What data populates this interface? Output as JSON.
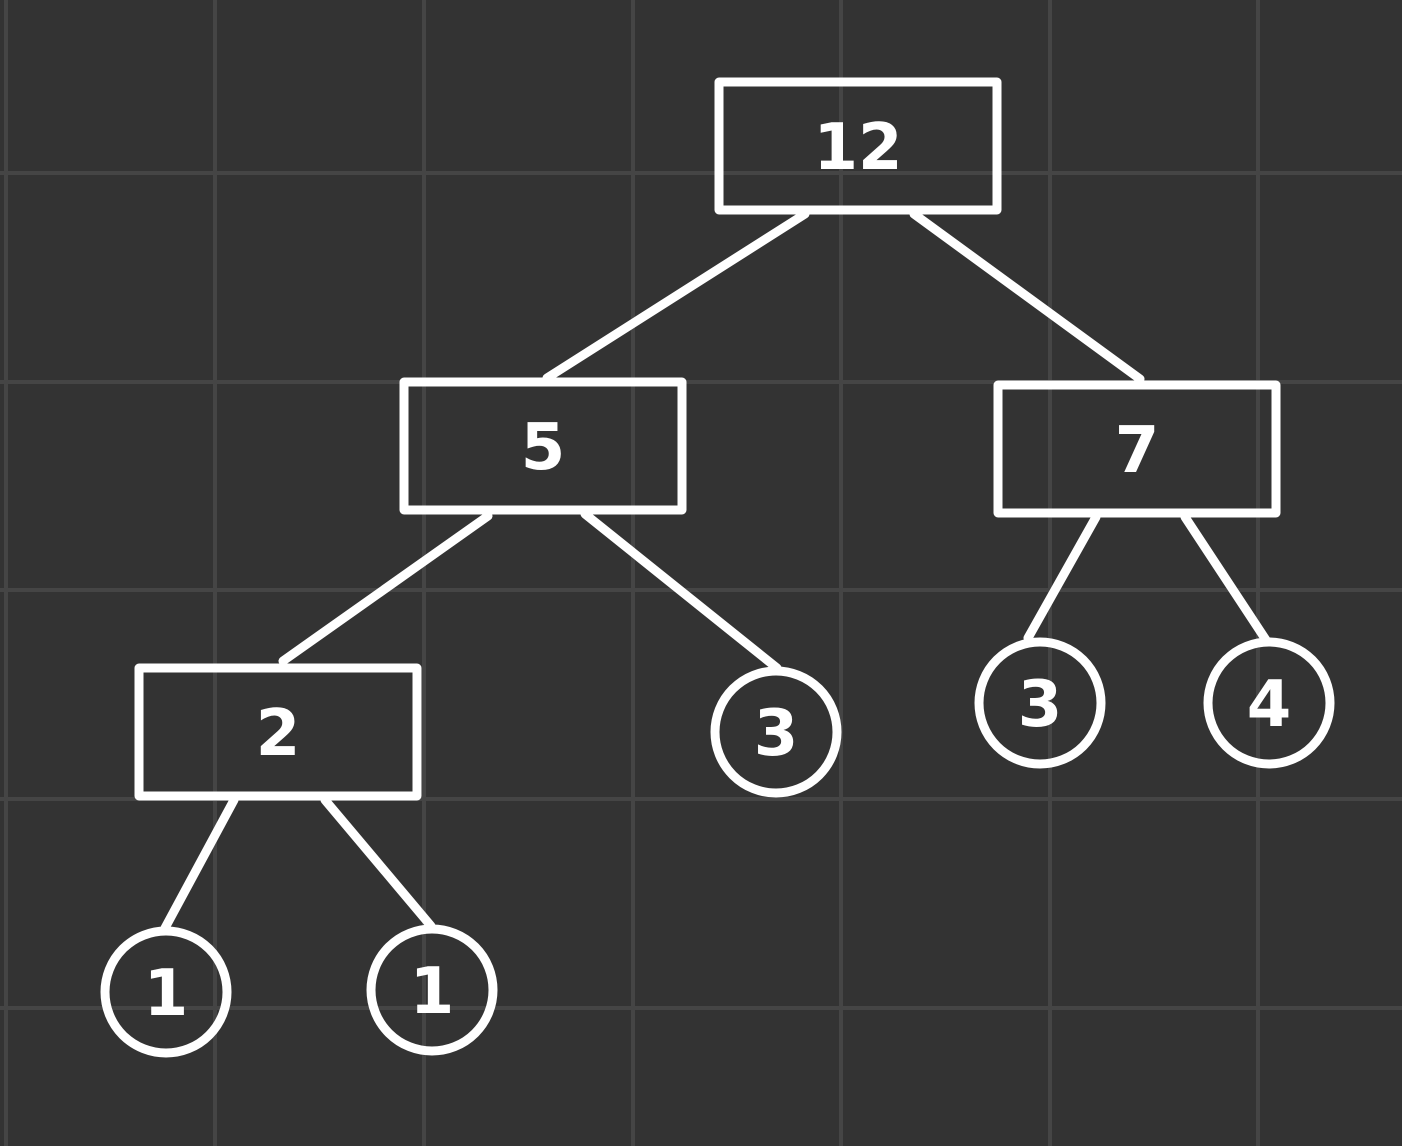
{
  "diagram": {
    "type": "huffman-tree",
    "nodes": [
      {
        "id": "n12",
        "label": "12",
        "shape": "box"
      },
      {
        "id": "n5",
        "label": "5",
        "shape": "box"
      },
      {
        "id": "n7",
        "label": "7",
        "shape": "box"
      },
      {
        "id": "n2",
        "label": "2",
        "shape": "box"
      },
      {
        "id": "n3a",
        "label": "3",
        "shape": "circle"
      },
      {
        "id": "n3b",
        "label": "3",
        "shape": "circle"
      },
      {
        "id": "n4",
        "label": "4",
        "shape": "circle"
      },
      {
        "id": "n1a",
        "label": "1",
        "shape": "circle"
      },
      {
        "id": "n1b",
        "label": "1",
        "shape": "circle"
      }
    ],
    "edges": [
      {
        "from": "n12",
        "to": "n5"
      },
      {
        "from": "n12",
        "to": "n7"
      },
      {
        "from": "n5",
        "to": "n2"
      },
      {
        "from": "n5",
        "to": "n3a"
      },
      {
        "from": "n7",
        "to": "n3b"
      },
      {
        "from": "n7",
        "to": "n4"
      },
      {
        "from": "n2",
        "to": "n1a"
      },
      {
        "from": "n2",
        "to": "n1b"
      }
    ]
  },
  "colors": {
    "background": "#333333",
    "grid": "#454545",
    "stroke": "#ffffff"
  }
}
